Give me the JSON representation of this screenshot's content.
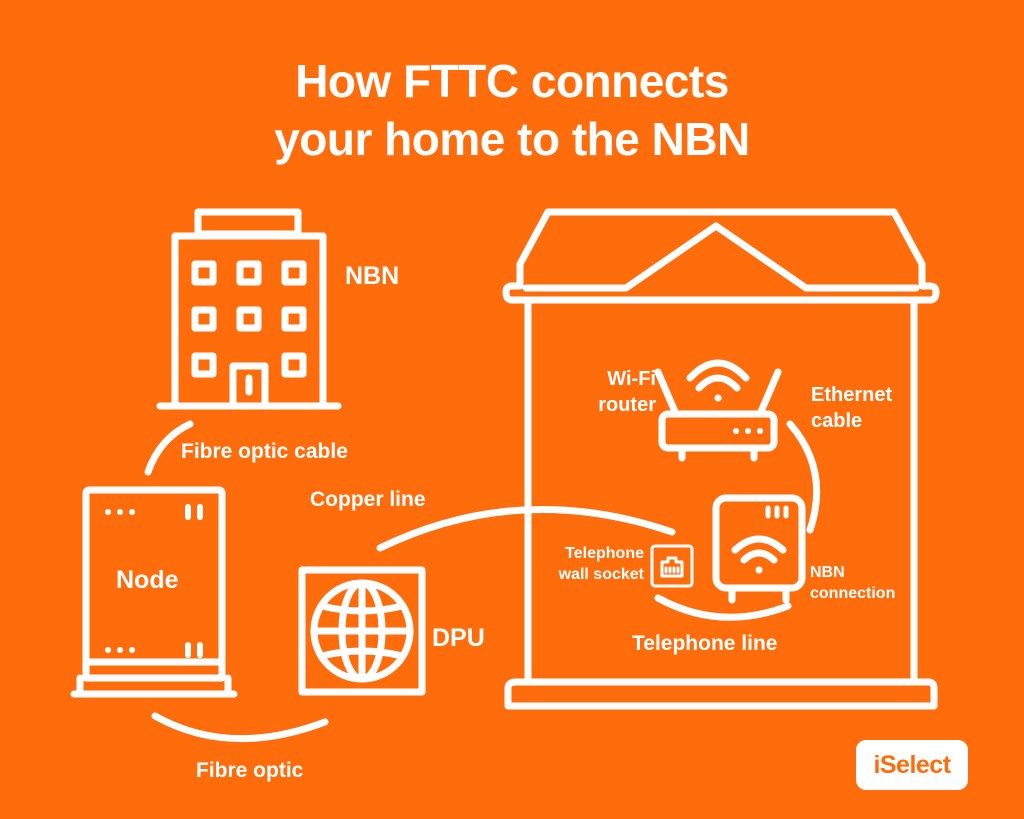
{
  "title": {
    "line1": "How FTTC connects",
    "line2": "your home to the NBN"
  },
  "labels": {
    "nbn": "NBN",
    "fibre_optic_cable": "Fibre optic cable",
    "copper_line": "Copper line",
    "node": "Node",
    "dpu": "DPU",
    "fibre_optic": "Fibre optic",
    "wifi_router_line1": "Wi-Fi",
    "wifi_router_line2": "router",
    "ethernet_line1": "Ethernet",
    "ethernet_line2": "cable",
    "socket_line1": "Telephone",
    "socket_line2": "wall socket",
    "nbn_connection_line1": "NBN",
    "nbn_connection_line2": "connection",
    "telephone_line": "Telephone line"
  },
  "brand": {
    "logo_text": "iSelect"
  },
  "colors": {
    "background": "#FF6C0C",
    "foreground": "#FFFFFF"
  },
  "icons": [
    "building-icon",
    "node-cabinet-icon",
    "dpu-globe-icon",
    "house-icon",
    "wifi-router-icon",
    "nbn-connection-box-icon",
    "telephone-socket-icon"
  ]
}
